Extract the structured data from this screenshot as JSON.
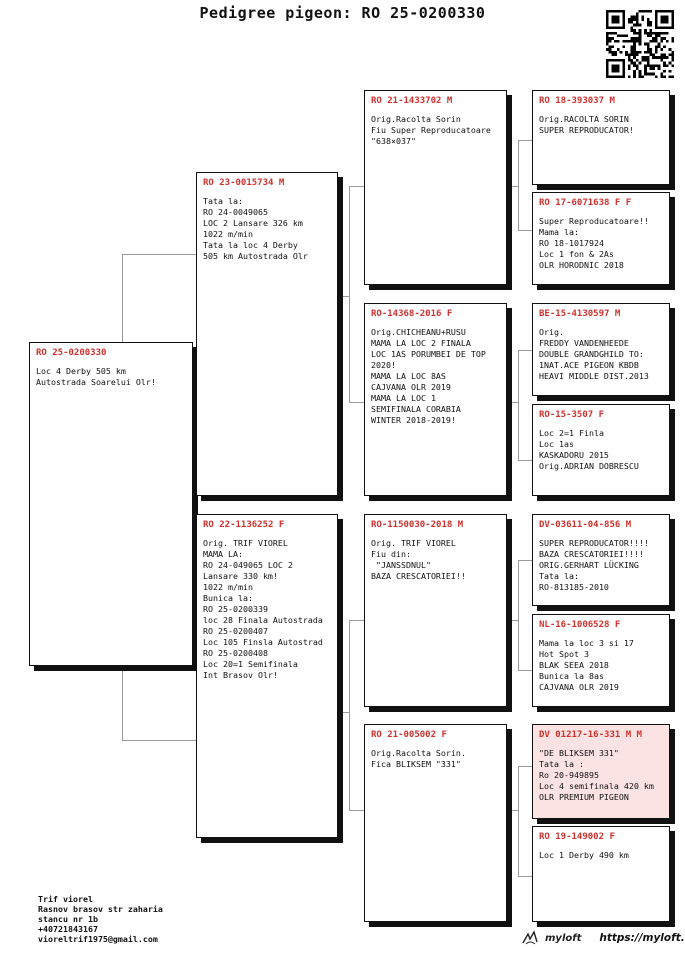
{
  "title": "Pedigree pigeon: RO 25-0200330",
  "brand": {
    "logo_text": "myloft",
    "url": "https://myloft.ro"
  },
  "owner": "Trif viorel\nRasnov brasov str zaharia\nstancu nr 1b\n+40721843167\nvioreltrif1975@gmail.com",
  "cards": {
    "subject": {
      "ring": "RO 25-0200330",
      "text": "Loc 4 Derby 505 km\nAutostrada Soarelui Olr!"
    },
    "sire": {
      "ring": "RO 23-0015734 M",
      "text": "Tata la:\nRO 24-0049065\nLOC 2 Lansare 326 km\n1022 m/min\nTata la loc 4 Derby\n505 km Autostrada Olr"
    },
    "dam": {
      "ring": "RO 22-1136252 F",
      "text": "Orig. TRIF VIOREL\nMAMA LA:\nRO 24-049065 LOC 2\nLansare 330 km!\n1022 m/min\nBunica la:\nRO 25-0200339\nloc 28 Finala Autostrada\nRO 25-0200407\nLoc 105 Finsla Autostrad\nRO 25-0200408\nLoc 20=1 Semifinala\nInt Brasov Olr!"
    },
    "ss": {
      "ring": "RO 21-1433702 M",
      "text": "Orig.Racolta Sorin\nFiu Super Reproducatoare\n\"638×037\""
    },
    "sd": {
      "ring": "RO-14368-2016 F",
      "text": "Orig.CHICHEANU+RUSU\nMAMA LA LOC 2 FINALA\nLOC 1AS PORUMBEI DE TOP\n2020!\nMAMA LA LOC 8AS\nCAJVANA OLR 2019\nMAMA LA LOC 1\nSEMIFINALA CORABIA\nWINTER 2018-2019!"
    },
    "ds": {
      "ring": "RO-1150030-2018 M",
      "text": "Orig. TRIF VIOREL\nFiu din:\n \"JANSSDNUL\"\nBAZA CRESCATORIEI!!"
    },
    "dd": {
      "ring": "RO 21-005002 F",
      "text": "Orig.Racolta Sorin.\nFica BLIKSEM \"331\""
    },
    "sss": {
      "ring": "RO 18-393037 M",
      "text": "Orig.RACOLTA SORIN\nSUPER REPRODUCATOR!"
    },
    "ssd": {
      "ring": "RO 17-6071638 F F",
      "text": "Super Reproducatoare!!\nMama la:\nRO 18-1017924\nLoc 1 fon & 2As\nOLR HORODNIC 2018"
    },
    "sds": {
      "ring": "BE-15-4130597 M",
      "text": "Orig.\nFREDDY VANDENHEEDE\nDOUBLE GRANDGHILD TO:\n1NAT.ACE PIGEON KBDB\nHEAVI MIDDLE DIST.2013"
    },
    "sdd": {
      "ring": "RO-15-3507 F",
      "text": "Loc 2=1 Finla\nLoc 1as\nKASKADORU 2015\nOrig.ADRIAN DOBRESCU"
    },
    "dss": {
      "ring": "DV-03611-04-856 M",
      "text": "SUPER REPRODUCATOR!!!!\nBAZA CRESCATORIEI!!!!\nORIG.GERHART LÜCKING\nTata la:\nRO-813185-2010"
    },
    "dsd": {
      "ring": "NL-16-1006528 F",
      "text": "Mama la loc 3 si 17\nHot Spot 3\nBLAK SEEA 2018\nBunica la 8as\nCAJVANA OLR 2019"
    },
    "dds": {
      "ring": "DV 01217-16-331 M M",
      "text": "\"DE BLIKSEM 331\"\nTata la :\nRo 20-949895\nLoc 4 semifinala 420 km\nOLR PREMIUM PIGEON"
    },
    "ddd": {
      "ring": "RO 19-149002 F",
      "text": "Loc 1 Derby 490 km"
    }
  }
}
